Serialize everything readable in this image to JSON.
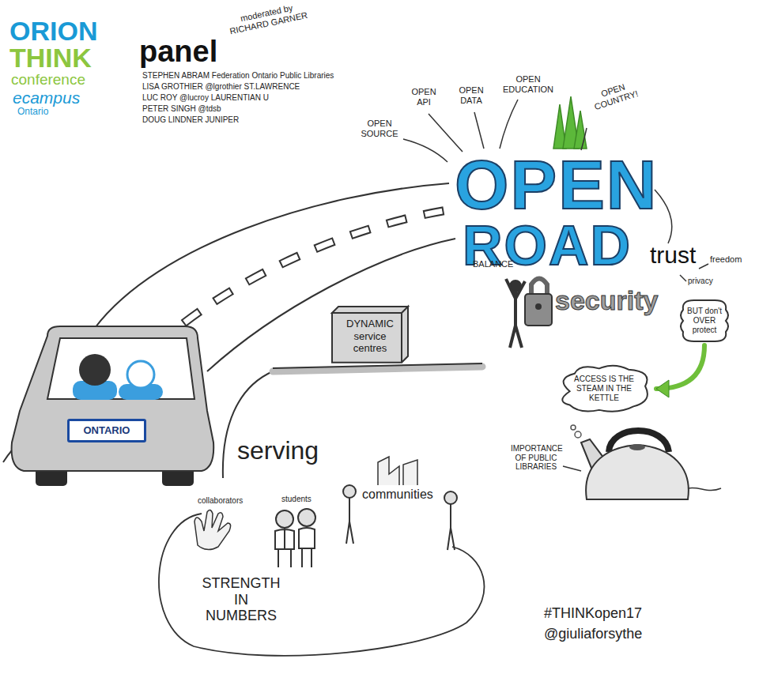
{
  "diagram": {
    "nodes": [
      {
        "text": [
          "ONTARIO"
        ]
      },
      {
        "text": [
          "DYNAMIC service centres"
        ]
      },
      {
        "text": [
          "security"
        ]
      },
      {
        "text": [
          "BUT don't OVER protect"
        ]
      },
      {
        "text": [
          "ACCESS IS THE STEAM IN THE KETTLE"
        ]
      }
    ],
    "edges": [
      {
        "from": 3,
        "to": 4,
        "arrow": "to"
      }
    ],
    "labels": [
      "ORION",
      "THINK",
      "conference",
      "ecampus",
      "Ontario",
      "panel",
      "moderated by RICHARD GARNER",
      "STEPHEN ABRAM Federation Ontario Public Libraries",
      "LISA GROTHIER @lgrothier ST.LAWRENCE",
      "LUC ROY @lucroy LAURENTIAN U",
      "PETER SINGH @tdsb",
      "DOUG LINDNER JUNIPER",
      "OPEN SOURCE",
      "OPEN API",
      "OPEN DATA",
      "OPEN EDUCATION",
      "OPEN COUNTRY!",
      "OPEN",
      "ROAD",
      "BALANCE",
      "trust",
      "freedom",
      "privacy",
      "IMPORTANCE OF PUBLIC LIBRARIES",
      "serving",
      "collaborators",
      "students",
      "communities",
      "STRENGTH IN NUMBERS",
      "#THINKopen17",
      "@giuliaforsythe"
    ]
  }
}
